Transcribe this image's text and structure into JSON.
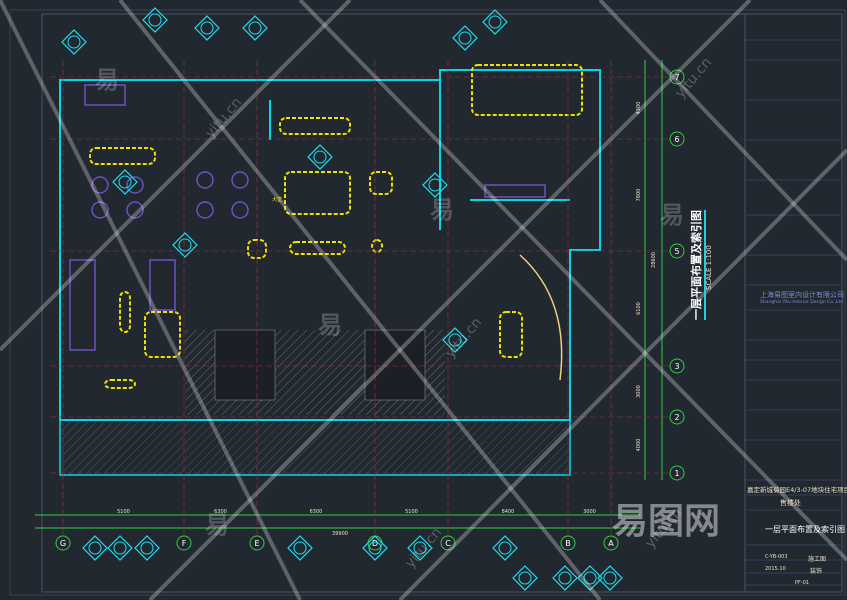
{
  "drawing": {
    "title_vertical": "一层平面布置及索引图",
    "scale_label": "SCALE 1:100",
    "company_cn": "上海易图室内设计有限公司",
    "company_en": "Shanghai Yitu Interior Design Co.,Ltd.",
    "project": "嘉定新城菊园E4/3-07地块住宅项目",
    "building": "售楼处",
    "sheet_title": "一层平面布置及索引图",
    "drawing_no": "C-YB-003",
    "stage": "施工图",
    "date": "2015.10",
    "discipline": "装饰",
    "sheet_no": "PF-01",
    "room_label": "大堂"
  },
  "grid": {
    "columns": [
      "G",
      "F",
      "E",
      "D",
      "C",
      "B",
      "A"
    ],
    "rows": [
      "7",
      "6",
      "5",
      "3",
      "2",
      "1"
    ],
    "bottom_dims": [
      "5100",
      "6300",
      "6300",
      "5100",
      "8400",
      "3000"
    ],
    "bottom_total": "39900",
    "right_dims": [
      "4300",
      "7800",
      "6100",
      "3000",
      "4000"
    ],
    "right_total": "28600"
  },
  "watermark": {
    "logo": "易图网",
    "char": "易",
    "url": "yitu.cn"
  },
  "colors": {
    "bg": "#212830",
    "wall": "#00d8e8",
    "furniture": "#f0e000",
    "axis": "#30d040",
    "callout": "#20e0f0",
    "hatch": "#7a7a80"
  }
}
